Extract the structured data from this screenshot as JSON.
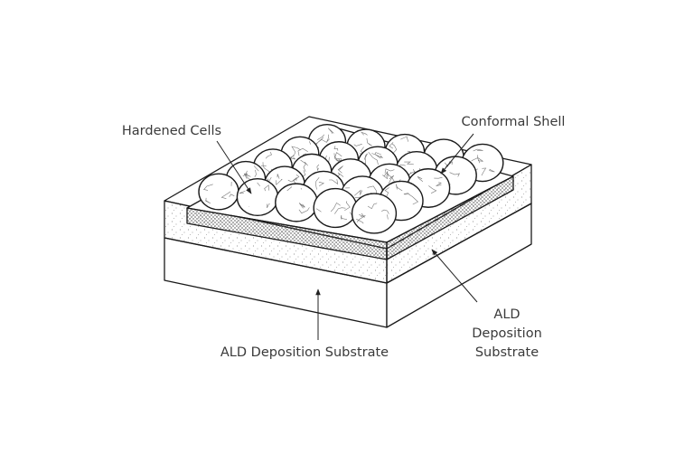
{
  "labels": {
    "hardened_cells": "Hardened Cells",
    "conformal_shell": "Conformal Shell",
    "substrate_front": "ALD Deposition Substrate",
    "substrate_side": [
      "ALD",
      "Deposition",
      "Substrate"
    ]
  },
  "cells": {
    "rows": 5,
    "cols": 5
  },
  "colors": {
    "line": "#1a1a1a",
    "text": "#3a3a3a",
    "background": "#ffffff"
  }
}
